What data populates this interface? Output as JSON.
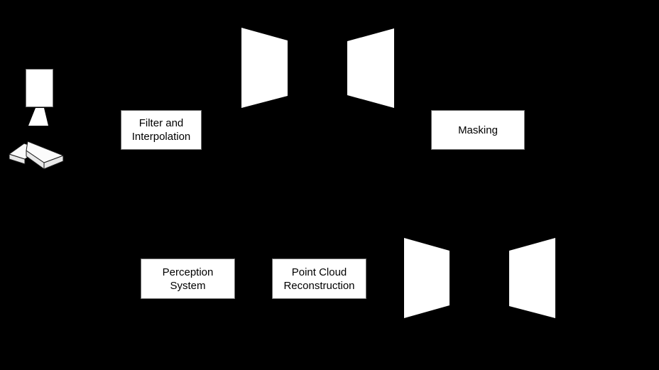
{
  "colors": {
    "background": "#000000",
    "box_fill": "#ffffff",
    "box_border": "#6e6e6e",
    "box_text": "#000000",
    "shape_fill": "#ffffff",
    "slab_side_fill": "#e8e8e8",
    "slab_outline": "#1a1a1a"
  },
  "diagram": {
    "boxes": {
      "filter": {
        "lines": [
          "Filter and",
          "Interpolation"
        ]
      },
      "masking": {
        "lines": [
          "Masking"
        ]
      },
      "perception": {
        "lines": [
          "Perception",
          "System"
        ]
      },
      "pointcloud": {
        "lines": [
          "Point Cloud",
          "Reconstruction"
        ]
      }
    },
    "icons": {
      "sensor": "lidar-sensor-icon",
      "beam": "sensor-beam-icon",
      "slabs": "point-cloud-layers-icon",
      "encoder_top": "encoder-trapezoid-icon",
      "decoder_top": "decoder-trapezoid-icon",
      "encoder_bottom": "encoder-trapezoid-icon",
      "decoder_bottom": "decoder-trapezoid-icon"
    }
  }
}
